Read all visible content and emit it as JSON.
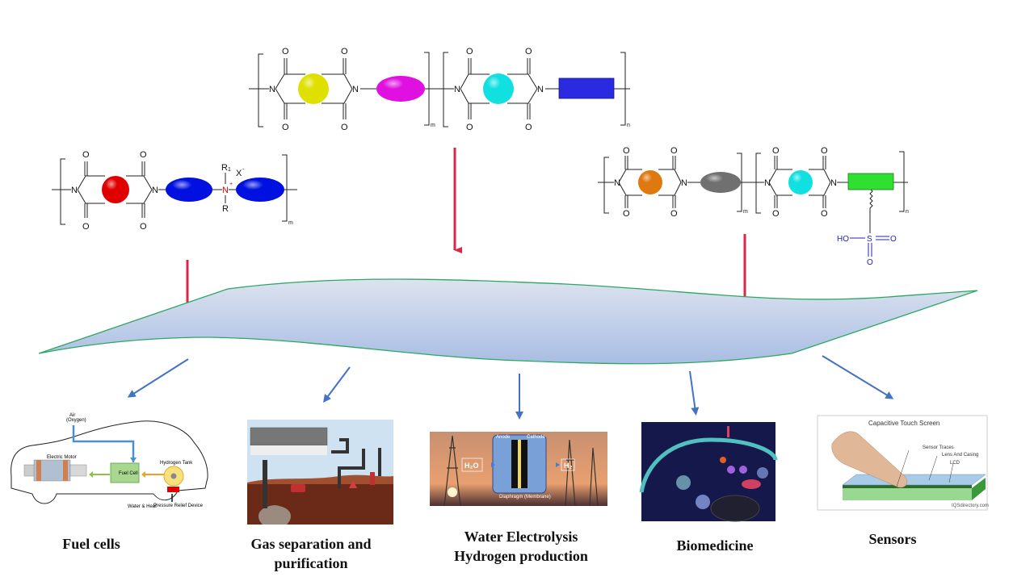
{
  "figure": {
    "top_polymer": {
      "atoms": {
        "oxygen": "O",
        "nitrogen": "N"
      },
      "repeat_labels": {
        "first": "m",
        "second": "n"
      },
      "block_colors": {
        "core1": "#e0e000",
        "linker1": "#e010e0",
        "core2": "#10e0e0",
        "linker2": "#2a2ae0"
      }
    },
    "left_polymer": {
      "atoms": {
        "oxygen": "O",
        "nitrogen": "N",
        "cation": "N",
        "charge": "+",
        "r1": "R",
        "r1_sub": "1",
        "r": "R",
        "counter_ion": "X",
        "counter_charge": "-"
      },
      "repeat_label": "m",
      "block_colors": {
        "core": "#e00000",
        "linker": "#0010e0"
      }
    },
    "right_polymer": {
      "atoms": {
        "oxygen": "O",
        "nitrogen": "N",
        "ho": "HO",
        "sulfur": "S"
      },
      "repeat_labels": {
        "first": "m",
        "second": "n"
      },
      "block_colors": {
        "core1": "#e07810",
        "linker1": "#707070",
        "core2": "#10e0e0",
        "linker2": "#30e030",
        "sulfonate": "#2020c0"
      }
    },
    "membrane": {
      "fill_top": "#d8dfec",
      "fill_bottom": "#a9bfe4",
      "edge": "#2aa860"
    },
    "arrow_colors": {
      "input": "#d9264a",
      "output": "#4472c4"
    }
  },
  "applications": [
    {
      "id": "fuel-cells",
      "label": "Fuel cells",
      "image_texts": {
        "air": "Air",
        "oxygen": "(Oxygen)",
        "motor": "Electric Motor",
        "cell": "Fuel Cell",
        "tank": "Hydrogen Tank",
        "water": "Water & Heat",
        "relief": "Pressure Relief Device"
      }
    },
    {
      "id": "gas-separation",
      "label_line1": "Gas separation and",
      "label_line2": "purification"
    },
    {
      "id": "water-electrolysis",
      "label_line1": "Water Electrolysis",
      "label_line2": "Hydrogen production",
      "image_texts": {
        "anode": "Anode",
        "cathode": "Cathode",
        "input": "H₂O",
        "output": "H₂",
        "diaphragm": "Diaphragm (Membrane)"
      }
    },
    {
      "id": "biomedicine",
      "label": "Biomedicine"
    },
    {
      "id": "sensors",
      "label": "Sensors",
      "image_texts": {
        "title": "Capacitive Touch Screen",
        "traces": "Sensor Traces",
        "lens": "Lens And Casing",
        "lcd": "LCD",
        "credit": "IQSdirectory.com"
      }
    }
  ]
}
